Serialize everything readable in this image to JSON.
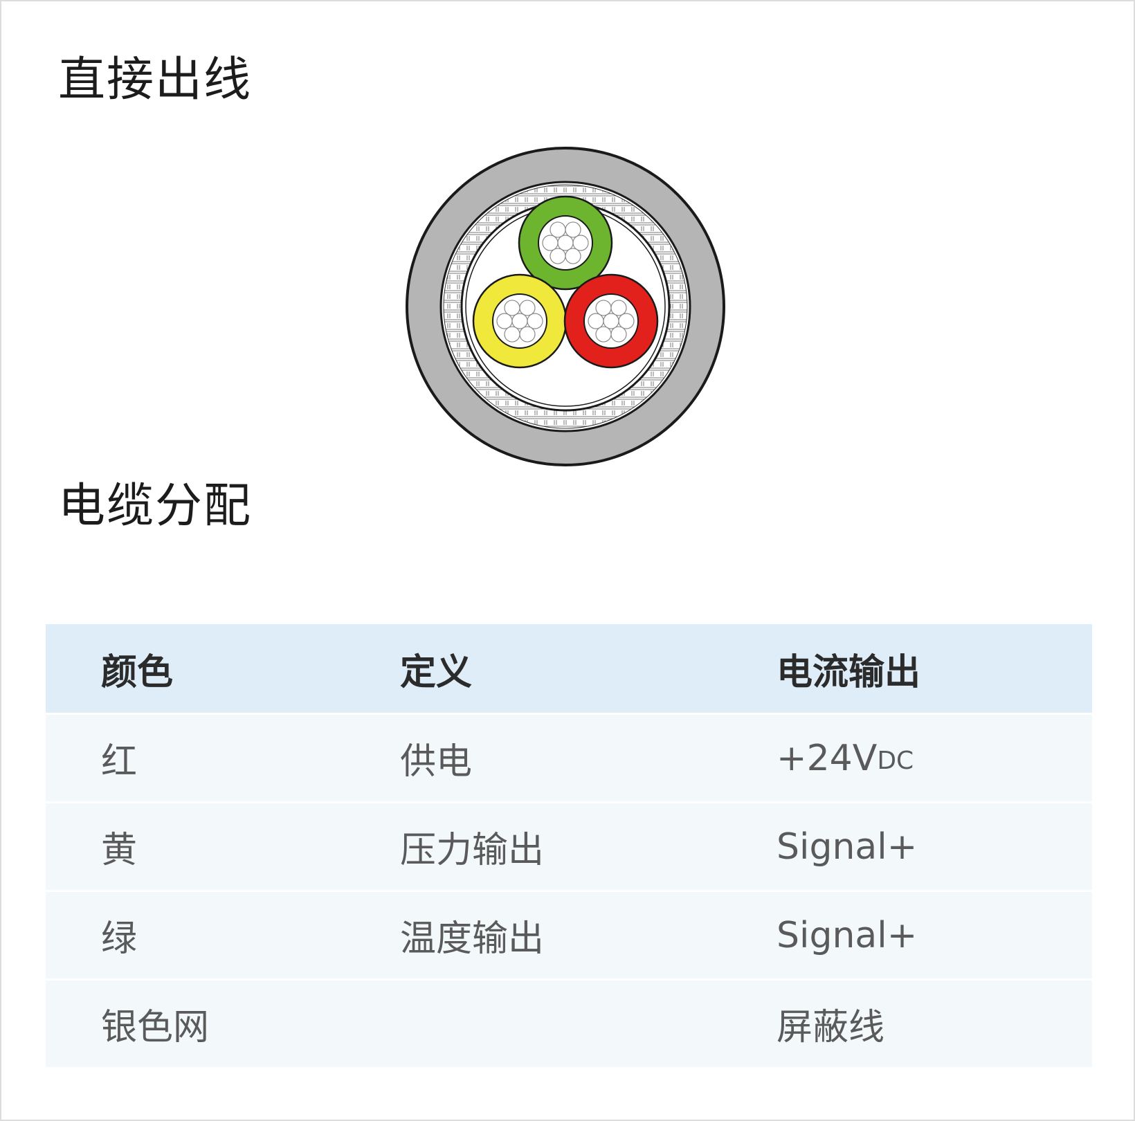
{
  "section_titles": {
    "wiring": "直接出线",
    "assignment": "电缆分配"
  },
  "diagram": {
    "colors": {
      "sheath": "#b5b5b5",
      "green": "#6db52e",
      "yellow": "#f0e83a",
      "red": "#e3211c",
      "conductor": "#ffffff"
    }
  },
  "table": {
    "headers": [
      "颜色",
      "定义",
      "电流输出"
    ],
    "rows": [
      {
        "color": "红",
        "definition": "供电",
        "output_main": "+24V",
        "output_sub": "DC"
      },
      {
        "color": "黄",
        "definition": "压力输出",
        "output_main": "Signal+",
        "output_sub": ""
      },
      {
        "color": "绿",
        "definition": "温度输出",
        "output_main": "Signal+",
        "output_sub": ""
      },
      {
        "color": "银色网",
        "definition": "",
        "output_main": "屏蔽线",
        "output_sub": ""
      }
    ]
  }
}
